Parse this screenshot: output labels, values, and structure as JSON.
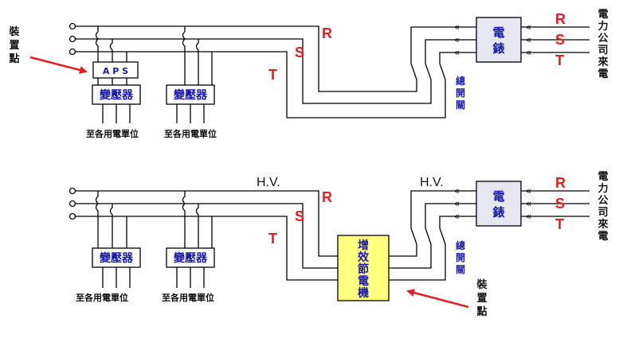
{
  "colors": {
    "line": "#000000",
    "phase_label": "#e02020",
    "box_text": "#1a1aa8",
    "box_fill": "#ffffff",
    "meter_fill": "#e6e6f0",
    "device_fill": "#ffff80",
    "arrow": "#e02020"
  },
  "top": {
    "install_point": [
      "裝",
      "置",
      "點"
    ],
    "aps_label": "A P S",
    "transformer_1": "變壓器",
    "transformer_2": "變壓器",
    "units_1": "至各用電單位",
    "units_2": "至各用電單位",
    "phase_r": "R",
    "phase_s": "S",
    "phase_t": "T",
    "main_switch": [
      "總",
      "開",
      "關"
    ],
    "meter": [
      "電",
      "錶"
    ],
    "meter_phase_r": "R",
    "meter_phase_s": "S",
    "meter_phase_t": "T",
    "power_company": [
      "電",
      "力",
      "公",
      "司",
      "來",
      "電"
    ]
  },
  "bottom": {
    "transformer_1": "變壓器",
    "transformer_2": "變壓器",
    "units_1": "至各用電單位",
    "units_2": "至各用電單位",
    "hv_left": "H.V.",
    "hv_right": "H.V.",
    "phase_r": "R",
    "phase_s": "S",
    "phase_t": "T",
    "device": [
      "增",
      "效",
      "節",
      "電",
      "機"
    ],
    "main_switch": [
      "總",
      "開",
      "關"
    ],
    "install_point": [
      "裝",
      "置",
      "點"
    ],
    "meter": [
      "電",
      "錶"
    ],
    "meter_phase_r": "R",
    "meter_phase_s": "S",
    "meter_phase_t": "T",
    "power_company": [
      "電",
      "力",
      "公",
      "司",
      "來",
      "電"
    ]
  }
}
